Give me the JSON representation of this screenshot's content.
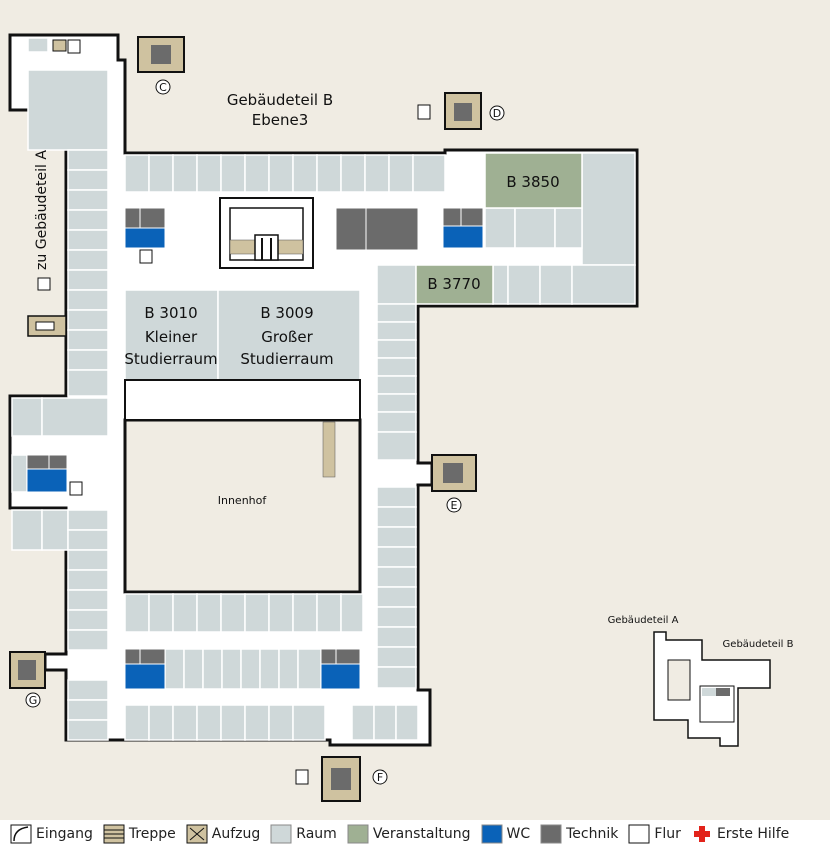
{
  "map": {
    "title": "Gebäudeteil B",
    "level": "Ebene3",
    "side_label": "zu Gebäudeteil A",
    "courtyard": "Innenhof",
    "stair_letters": [
      "C",
      "D",
      "E",
      "F",
      "G"
    ],
    "rooms": [
      {
        "number": "B 3850",
        "type": "Veranstaltung"
      },
      {
        "number": "B 3770",
        "type": "Veranstaltung"
      },
      {
        "number": "B 3010",
        "name_line1": "Kleiner",
        "name_line2": "Studierraum"
      },
      {
        "number": "B 3009",
        "name_line1": "Großer",
        "name_line2": "Studierraum"
      }
    ]
  },
  "overview": {
    "label_a": "Gebäudeteil A",
    "label_b": "Gebäudeteil B"
  },
  "legend": [
    {
      "icon": "entrance-icon",
      "label": "Eingang"
    },
    {
      "icon": "stairs-icon",
      "label": "Treppe"
    },
    {
      "icon": "elevator-icon",
      "label": "Aufzug"
    },
    {
      "icon": "room-swatch",
      "label": "Raum",
      "color": "#cfd8d9"
    },
    {
      "icon": "event-swatch",
      "label": "Veranstaltung",
      "color": "#9fb093"
    },
    {
      "icon": "wc-swatch",
      "label": "WC",
      "color": "#0a62b8"
    },
    {
      "icon": "tech-swatch",
      "label": "Technik",
      "color": "#6b6b6b"
    },
    {
      "icon": "corridor-swatch",
      "label": "Flur",
      "color": "#ffffff"
    },
    {
      "icon": "first-aid-icon",
      "label": "Erste Hilfe",
      "color": "#e2231a"
    }
  ]
}
